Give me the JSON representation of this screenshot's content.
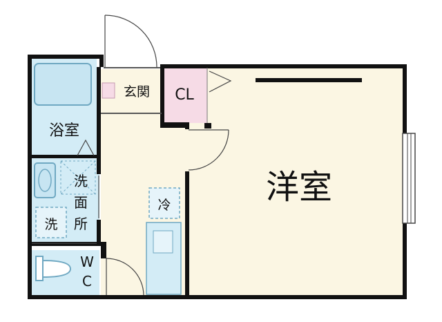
{
  "rooms": {
    "bath": "浴室",
    "entrance": "玄関",
    "closet": "CL",
    "washroom": [
      "洗",
      "面",
      "所"
    ],
    "washer": "洗",
    "fridge": "冷",
    "western_room": "洋室",
    "toilet": [
      "W",
      "C"
    ]
  },
  "colors": {
    "wall": "#111111",
    "floor_wood": "#fbf6e3",
    "wet_area": "#d3ecf6",
    "closet": "#f6dbe6",
    "fixture_stroke": "#6fa8c2"
  }
}
